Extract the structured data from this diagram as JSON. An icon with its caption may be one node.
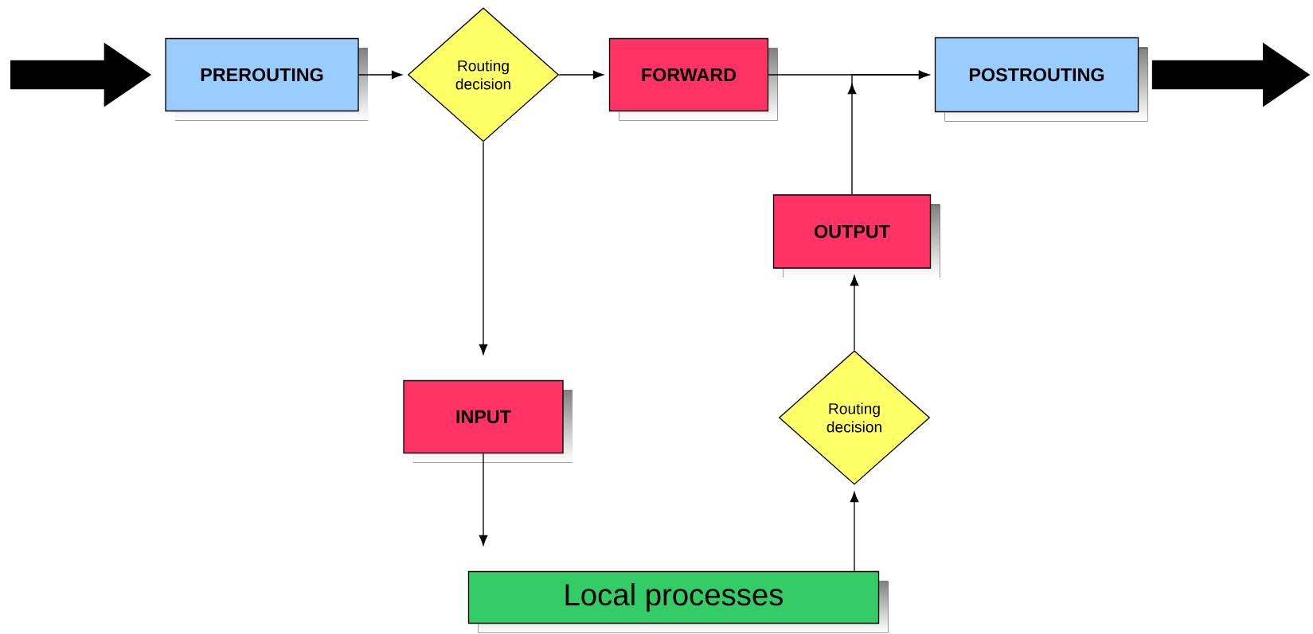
{
  "diagram": {
    "nodes": [
      {
        "text": [
          "PREROUTING"
        ]
      },
      {
        "text": [
          "Routing decision"
        ]
      },
      {
        "text": [
          "FORWARD"
        ]
      },
      {
        "text": [
          "POSTROUTING"
        ]
      },
      {
        "text": [
          "OUTPUT"
        ]
      },
      {
        "text": [
          "Routing decision"
        ]
      },
      {
        "text": [
          "INPUT"
        ]
      },
      {
        "text": [
          "Local processes"
        ]
      }
    ],
    "edges": [
      {
        "from": null,
        "to": 0,
        "arrow": "to",
        "style": "thick"
      },
      {
        "from": 0,
        "to": 1,
        "arrow": "to"
      },
      {
        "from": 1,
        "to": 2,
        "arrow": "to"
      },
      {
        "from": 2,
        "to": 3,
        "arrow": "to"
      },
      {
        "from": 1,
        "to": 6,
        "arrow": "to"
      },
      {
        "from": 6,
        "to": 7,
        "arrow": "to"
      },
      {
        "from": 7,
        "to": 5,
        "arrow": "to"
      },
      {
        "from": 5,
        "to": 4,
        "arrow": "to"
      },
      {
        "from": 4,
        "to": 3,
        "arrow": "to"
      },
      {
        "from": 3,
        "to": null,
        "arrow": "to",
        "style": "thick"
      }
    ]
  }
}
